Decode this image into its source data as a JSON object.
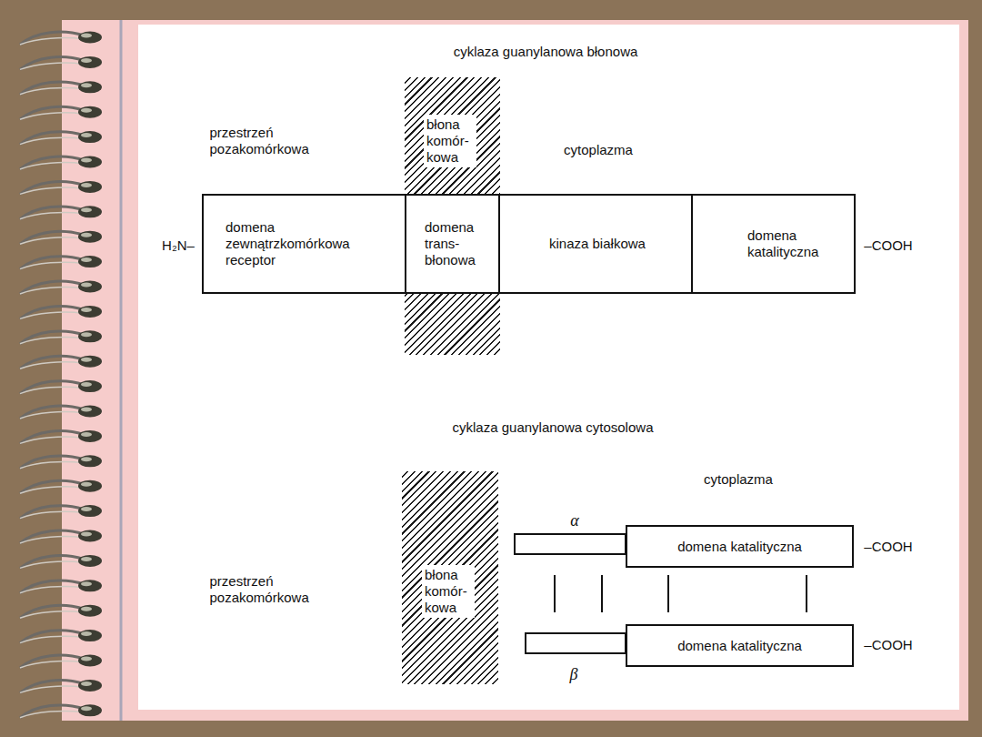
{
  "diagram": {
    "nodes": [
      {
        "text": [
          "błona komór- kowa"
        ]
      },
      {
        "text": [
          "domena zewnątrzkomórkowa receptor"
        ]
      },
      {
        "text": [
          "domena trans- błonowa"
        ]
      },
      {
        "text": [
          "kinaza białkowa"
        ]
      },
      {
        "text": [
          "domena katalityczna"
        ]
      },
      {
        "text": [
          "błona komór- kowa"
        ]
      },
      {
        "text": [
          "domena katalityczna"
        ]
      },
      {
        "text": [
          "domena katalityczna"
        ]
      }
    ],
    "labels": [
      "cyklaza guanylanowa błonowa",
      "przestrzeń pozakomórkowa",
      "cytoplazma",
      "H₂N–",
      "–COOH",
      "cyklaza guanylanowa cytosolowa",
      "cytoplazma",
      "α",
      "–COOH",
      "przestrzeń pozakomórkowa",
      "–COOH",
      "β"
    ]
  }
}
